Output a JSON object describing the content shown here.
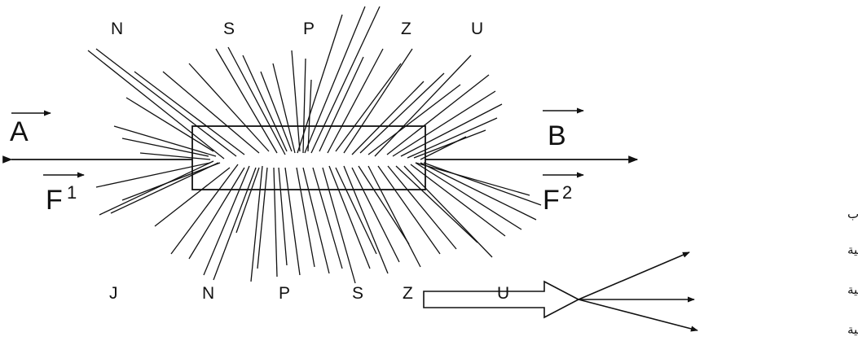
{
  "top_labels": [
    "N",
    "S",
    "P",
    "Z",
    "U"
  ],
  "bottom_labels": [
    "J",
    "N",
    "P",
    "S",
    "Z",
    "U"
  ],
  "vectors": {
    "a": "A",
    "b": "B",
    "f1": "F",
    "f1_sup": "1",
    "f2": "F",
    "f2_sup": "2"
  },
  "legend": {
    "title": "التجاذب",
    "items": [
      "اقليمية ـ اقليمية",
      "اقليمية ـ دولية",
      "دولية ـ دولية"
    ]
  }
}
